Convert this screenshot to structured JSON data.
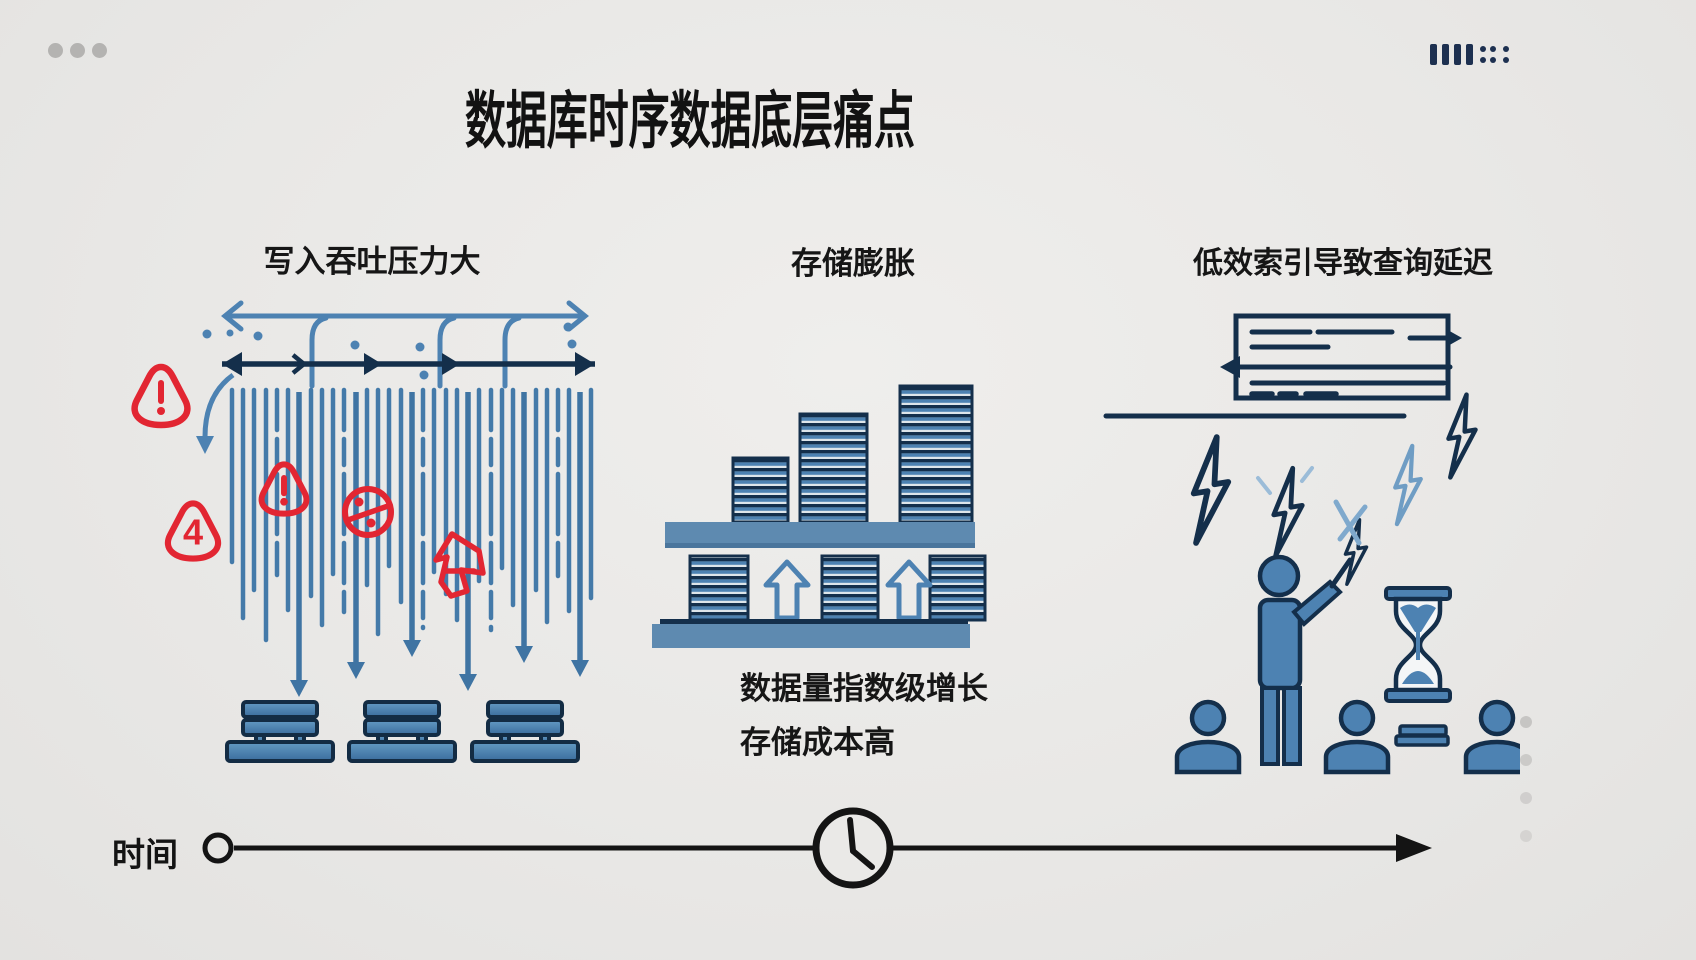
{
  "slide": {
    "title": "数据库时序数据底层痛点",
    "timeline_label": "时间"
  },
  "sections": {
    "write": {
      "heading": "写入吞吐压力大",
      "badge_count": "4"
    },
    "storage": {
      "heading": "存储膨胀",
      "note_line1": "数据量指数级增长",
      "note_line2": "存储成本高"
    },
    "query": {
      "heading": "低效索引导致查询延迟"
    }
  },
  "colors": {
    "background": "#eae9e7",
    "ink": "#151515",
    "navy": "#142f4b",
    "steel_blue": "#4d82b2",
    "light_blue": "#7fa9cd",
    "alert_red": "#e22632",
    "gray_dot": "#b4b3b1"
  },
  "icons": {
    "window-dots-icon": "three gray dots, top left",
    "logo-mark-icon": "navy bars and dot grid, top right",
    "warning-icon": "red rounded triangle with exclamation mark",
    "count-badge-icon": "red teardrop badge containing number 4",
    "blocked-icon": "red circle with slash and two dots",
    "cursor-arrow-icon": "red hand-drawn block arrow",
    "down-arrow-icon": "blue curved arrow pointing down",
    "write-streams-icon": "many vertical blue lines with down arrowheads",
    "database-icon": "stacked blue platters on wide base",
    "data-stack-icon": "striped stack of data platters",
    "growth-arrow-icon": "hollow blue up arrow",
    "index-table-icon": "outlined table with row lines and left arrow",
    "lightning-icon": "zigzag lightning bolt outline",
    "presenter-icon": "standing blue figure with pointer stick",
    "hourglass-icon": "hourglass with blue sand",
    "audience-icon": "head-and-shoulders seated figure",
    "book-stack-icon": "two stacked blue books",
    "clock-icon": "outlined clock on the timeline"
  }
}
